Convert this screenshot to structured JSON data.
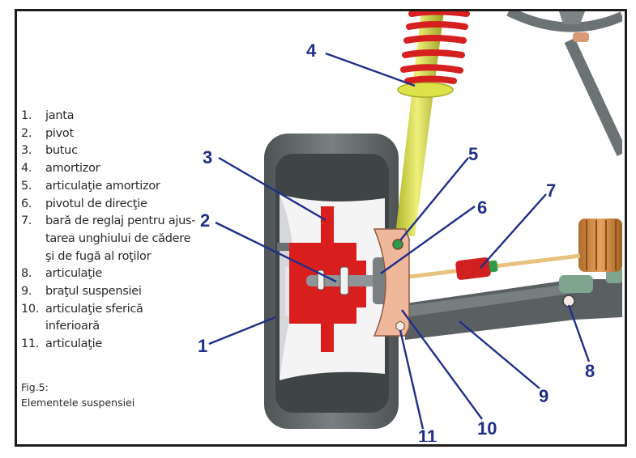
{
  "legend": {
    "items": [
      {
        "num": "1.",
        "text": "janta"
      },
      {
        "num": "2.",
        "text": "pivot"
      },
      {
        "num": "3.",
        "text": "butuc"
      },
      {
        "num": "4.",
        "text": "amortizor"
      },
      {
        "num": "5.",
        "text": "articulaţie amortizor"
      },
      {
        "num": "6.",
        "text": "pivotul de direcţie"
      },
      {
        "num": "7.",
        "text": "bară de reglaj pentru ajus-\ntarea unghiului de cădere\nşi de fugă al roţilor"
      },
      {
        "num": "8.",
        "text": "articulaţie"
      },
      {
        "num": "9.",
        "text": "braţul suspensiei"
      },
      {
        "num": "10.",
        "text": "articulaţie sferică\ninferioară"
      },
      {
        "num": "11.",
        "text": "articulaţie"
      }
    ]
  },
  "caption": {
    "figure": "Fig.5:",
    "title": "Elementele suspensiei"
  },
  "callouts": [
    "1",
    "2",
    "3",
    "4",
    "5",
    "6",
    "7",
    "8",
    "9",
    "10",
    "11"
  ],
  "colors": {
    "callout": "#1f2f8a",
    "hub_red": "#d91e1e",
    "strut_yellow": "#d8de3a",
    "spring_red": "#d62020",
    "knuckle_copper": "#f0b89a",
    "arm_gray": "#5a6062",
    "tire_gray": "#5c6163"
  }
}
